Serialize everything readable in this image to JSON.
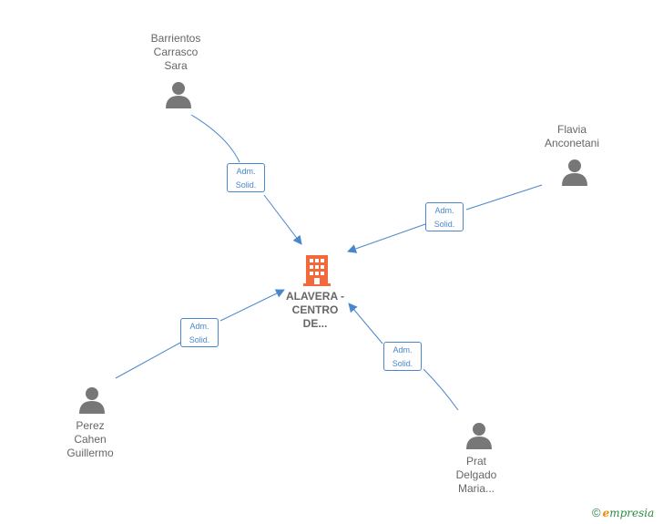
{
  "company": {
    "name_lines": [
      "ALAVERA -",
      "CENTRO",
      "DE..."
    ],
    "icon": "building-icon",
    "color": "#f26a3b"
  },
  "people": [
    {
      "id": "barrientos",
      "name_lines": [
        "Barrientos",
        "Carrasco",
        "Sara"
      ],
      "icon": "person-icon"
    },
    {
      "id": "flavia",
      "name_lines": [
        "Flavia",
        "Anconetani"
      ],
      "icon": "person-icon"
    },
    {
      "id": "perez",
      "name_lines": [
        "Perez",
        "Cahen",
        "Guillermo"
      ],
      "icon": "person-icon"
    },
    {
      "id": "prat",
      "name_lines": [
        "Prat",
        "Delgado",
        "Maria..."
      ],
      "icon": "person-icon"
    }
  ],
  "edges": [
    {
      "from": "barrientos",
      "label_lines": [
        "Adm.",
        "Solid."
      ]
    },
    {
      "from": "flavia",
      "label_lines": [
        "Adm.",
        "Solid."
      ]
    },
    {
      "from": "perez",
      "label_lines": [
        "Adm.",
        "Solid."
      ]
    },
    {
      "from": "prat",
      "label_lines": [
        "Adm.",
        "Solid."
      ]
    }
  ],
  "colors": {
    "edge": "#4a86cc",
    "person": "#777777",
    "text": "#666666"
  },
  "brand": {
    "copyright": "©",
    "initial": "e",
    "rest": "mpresia"
  }
}
